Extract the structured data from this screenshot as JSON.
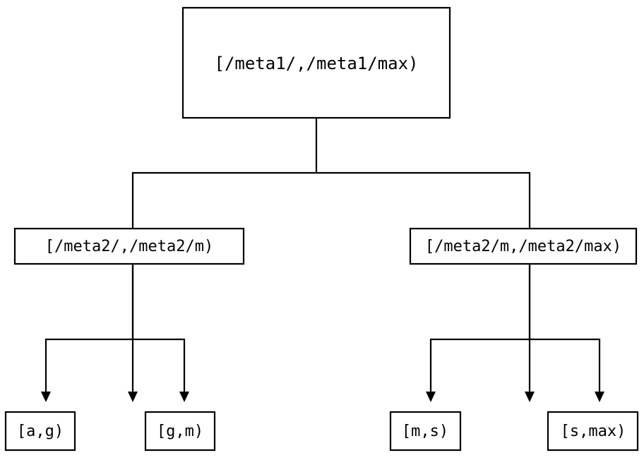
{
  "diagram": {
    "type": "tree",
    "title": "",
    "orientation": "top-down",
    "background_color": "#ffffff",
    "line_color": "#000000",
    "box_fill_color": "#ffffff",
    "nodes": {
      "root": {
        "label": "[/meta1/,/meta1/max)",
        "level": 0
      },
      "mid_left": {
        "label": "[/meta2/,/meta2/m)",
        "level": 1
      },
      "mid_right": {
        "label": "[/meta2/m,/meta2/max)",
        "level": 1
      },
      "leaf_1": {
        "label": "[a,g)",
        "level": 2
      },
      "leaf_2": {
        "label": "[g,m)",
        "level": 2
      },
      "leaf_3": {
        "label": "[m,s)",
        "level": 2
      },
      "leaf_4": {
        "label": "[s,max)",
        "level": 2
      }
    },
    "edges": [
      {
        "from": "root",
        "to": "mid_left",
        "arrow": "down-triangle"
      },
      {
        "from": "root",
        "to": "mid_right",
        "arrow": "down-triangle"
      },
      {
        "from": "mid_left",
        "to": "leaf_1",
        "arrow": "down-triangle"
      },
      {
        "from": "mid_left",
        "to": "leaf_2",
        "arrow": "down-triangle"
      },
      {
        "from": "mid_right",
        "to": "leaf_3",
        "arrow": "down-triangle"
      },
      {
        "from": "mid_right",
        "to": "leaf_4",
        "arrow": "down-triangle"
      }
    ]
  }
}
